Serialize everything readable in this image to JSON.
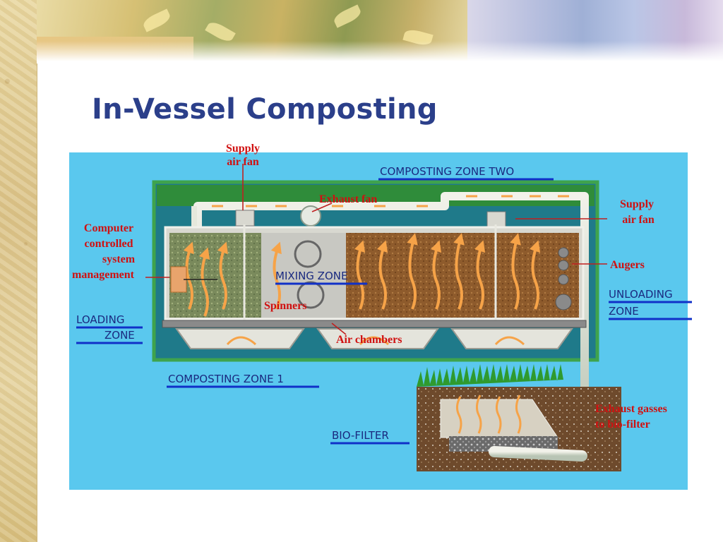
{
  "slide": {
    "title": "In-Vessel Composting"
  },
  "diagram": {
    "labels": {
      "supply_fan_left_1": "Supply",
      "supply_fan_left_2": "air fan",
      "zone_two": "COMPOSTING ZONE TWO",
      "exhaust_fan": "Exhaust fan",
      "supply_fan_right_1": "Supply",
      "supply_fan_right_2": "air fan",
      "computer_1": "Computer",
      "computer_2": "controlled",
      "computer_3": "system",
      "computer_4": "management",
      "mixing_zone": "MIXING ZONE",
      "augers": "Augers",
      "unloading_1": "UNLOADING",
      "unloading_2": "ZONE",
      "loading_1": "LOADING",
      "loading_2": "ZONE",
      "spinners": "Spinners",
      "air_chambers": "Air chambers",
      "zone_one": "COMPOSTING ZONE 1",
      "exhaust_gas_1": "Exhaust gasses",
      "exhaust_gas_2": "to bio-filter",
      "biofilter": "BIO-FILTER"
    },
    "colors": {
      "background": "#5ac8ee",
      "vessel_border": "#3fa34d",
      "red_label": "#d01010",
      "blue_label": "#1a2a80",
      "underline": "#1030c8",
      "compost_green": "#7a8a5c",
      "compost_brown": "#8e5b2c",
      "arrow_orange": "#f6a348"
    }
  }
}
